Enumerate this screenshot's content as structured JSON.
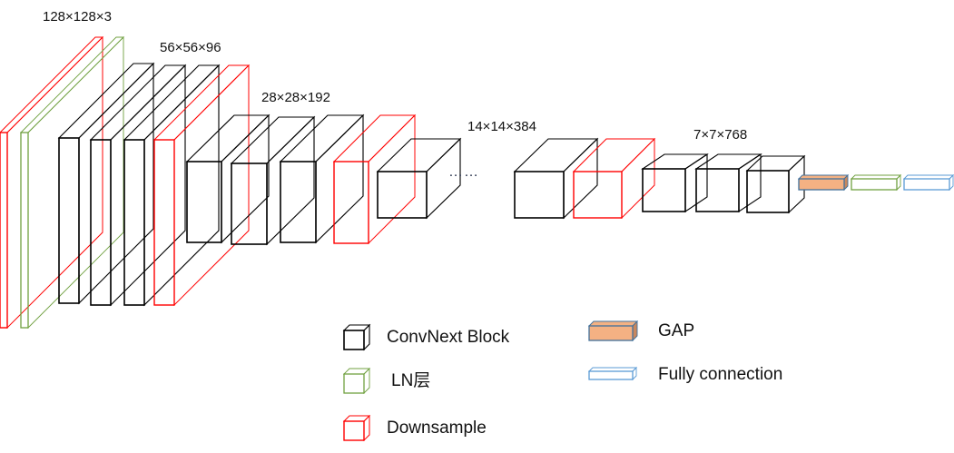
{
  "title": "ConvNeXt network architecture",
  "colors": {
    "block": "#000000",
    "ln": "#70a040",
    "downsample": "#ff0000",
    "gap_fill": "#f4b183",
    "gap_stroke": "#41719c",
    "fc": "#5b9bd5"
  },
  "stage_labels": [
    {
      "id": "input",
      "text": "128×128×3"
    },
    {
      "id": "stage1",
      "text": "56×56×96"
    },
    {
      "id": "stage2",
      "text": "28×28×192"
    },
    {
      "id": "stage3",
      "text": "14×14×384"
    },
    {
      "id": "stage4",
      "text": "7×7×768"
    }
  ],
  "ellipsis": "……",
  "layers": [
    {
      "type": "downsample",
      "stage": "input"
    },
    {
      "type": "ln",
      "stage": "input"
    },
    {
      "type": "block",
      "stage": "stage1"
    },
    {
      "type": "block",
      "stage": "stage1"
    },
    {
      "type": "block",
      "stage": "stage1"
    },
    {
      "type": "downsample",
      "stage": "stage1"
    },
    {
      "type": "block",
      "stage": "stage2"
    },
    {
      "type": "block",
      "stage": "stage2"
    },
    {
      "type": "block",
      "stage": "stage2"
    },
    {
      "type": "downsample",
      "stage": "stage2"
    },
    {
      "type": "block",
      "stage": "stage3"
    },
    {
      "type": "block",
      "stage": "stage3"
    },
    {
      "type": "downsample",
      "stage": "stage3"
    },
    {
      "type": "block",
      "stage": "stage4"
    },
    {
      "type": "block",
      "stage": "stage4"
    },
    {
      "type": "block",
      "stage": "stage4"
    },
    {
      "type": "gap",
      "stage": "head"
    },
    {
      "type": "ln",
      "stage": "head"
    },
    {
      "type": "fc",
      "stage": "head"
    }
  ],
  "legend": [
    {
      "type": "block",
      "label": "ConvNext Block"
    },
    {
      "type": "ln",
      "label": "LN层"
    },
    {
      "type": "downsample",
      "label": "Downsample"
    },
    {
      "type": "gap",
      "label": "GAP"
    },
    {
      "type": "fc",
      "label": "Fully connection"
    }
  ]
}
